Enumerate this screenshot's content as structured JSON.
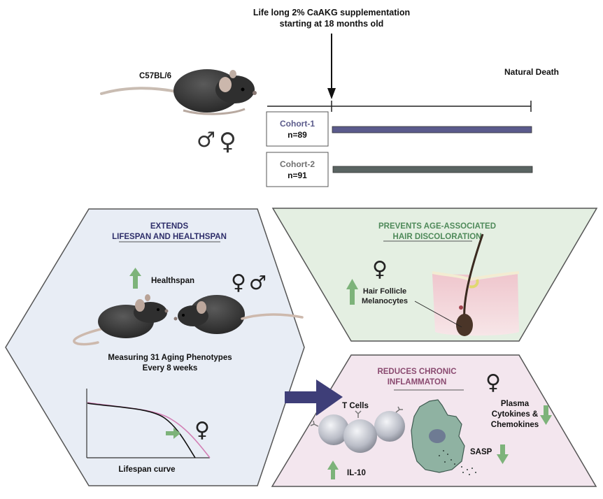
{
  "header": {
    "title_line1": "Life long 2% CaAKG supplementation",
    "title_line2": "starting at 18 months old",
    "end_label": "Natural Death"
  },
  "strain": {
    "label": "C57BL/6",
    "sexes": [
      "♂",
      "♀"
    ]
  },
  "cohorts": [
    {
      "name": "Cohort-1",
      "n": "n=89",
      "color": "#5b5b8c",
      "name_color": "#5a5a8a"
    },
    {
      "name": "Cohort-2",
      "n": "n=91",
      "color": "#5a6462",
      "name_color": "#707070"
    }
  ],
  "panels": {
    "lifespan": {
      "title_line1": "EXTENDS",
      "title_line2": "LIFESPAN AND HEALTHSPAN",
      "title_color": "#2e2e6a",
      "bg": "#e8edf5",
      "healthspan_label": "Healthspan",
      "healthspan_direction": "up",
      "sexes": [
        "♀",
        "♂"
      ],
      "measure_line1": "Measuring 31 Aging Phenotypes",
      "measure_line2": "Every 8 weeks",
      "curve_label": "Lifespan curve",
      "curve_sex": "♀"
    },
    "hair": {
      "title_line1": "PREVENTS AGE-ASSOCIATED",
      "title_line2": "HAIR DISCOLORATION",
      "title_color": "#4f8a5a",
      "bg": "#e4efe2",
      "sex": "♀",
      "label_line1": "Hair Follicle",
      "label_line2": "Melanocytes",
      "direction": "up"
    },
    "inflammation": {
      "title_line1": "REDUCES CHRONIC",
      "title_line2": "INFLAMMATON",
      "title_color": "#8a4a70",
      "bg": "#f3e6ee",
      "sex": "♀",
      "tcells_label": "T Cells",
      "il10_label": "IL-10",
      "il10_direction": "up",
      "plasma_line1": "Plasma",
      "plasma_line2": "Cytokines &",
      "plasma_line3": "Chemokines",
      "plasma_direction": "down",
      "sasp_label": "SASP",
      "sasp_direction": "down"
    }
  },
  "colors": {
    "arrow_green": "#7db37a",
    "arrow_navy": "#3e3e78",
    "curve_control": "#111111",
    "curve_treated": "#d27fb5"
  }
}
